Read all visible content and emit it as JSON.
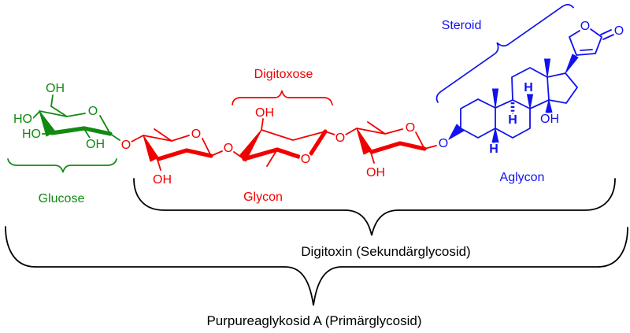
{
  "colors": {
    "glucose_green": "#128a12",
    "digitoxose_red": "#f20000",
    "steroid_blue": "#1212ee",
    "annotation_black": "#000000",
    "background": "#ffffff"
  },
  "atoms": {
    "hydroxyl": "OH",
    "hydroxyl_rev": "HO",
    "oxygen": "O",
    "hydrogen": "H"
  },
  "labels": {
    "glucose": "Glucose",
    "digitoxose": "Digitoxose",
    "glycon": "Glycon",
    "aglycon": "Aglycon",
    "steroid": "Steroid",
    "digitoxin": "Digitoxin (Sekundärglycosid)",
    "purpureaglykosid": "Purpureaglykosid A (Primärglycosid)"
  }
}
